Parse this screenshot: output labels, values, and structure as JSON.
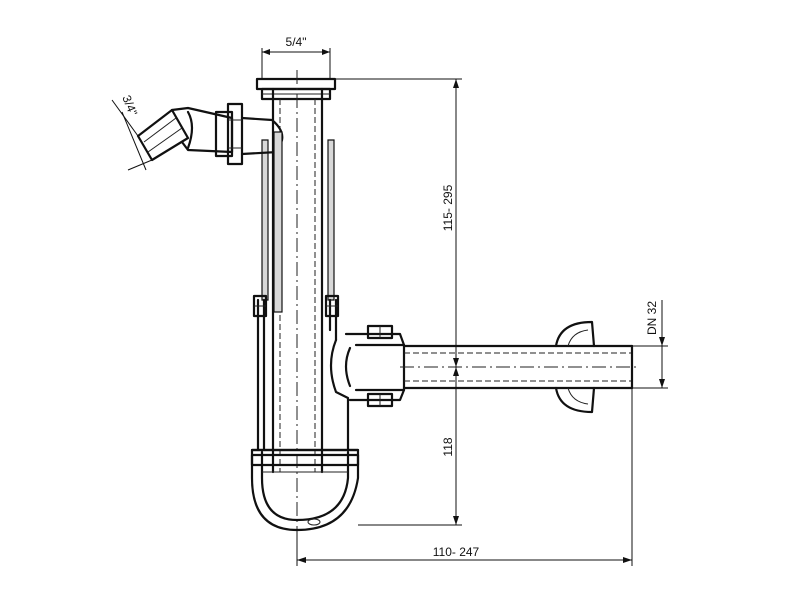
{
  "dimensions": {
    "top_thread": "5/4\"",
    "side_inlet_thread": "3/4\"",
    "height_adjust": "115- 295",
    "outlet_height": "118",
    "outlet_diameter": "DN 32",
    "horizontal_reach": "110- 247"
  }
}
